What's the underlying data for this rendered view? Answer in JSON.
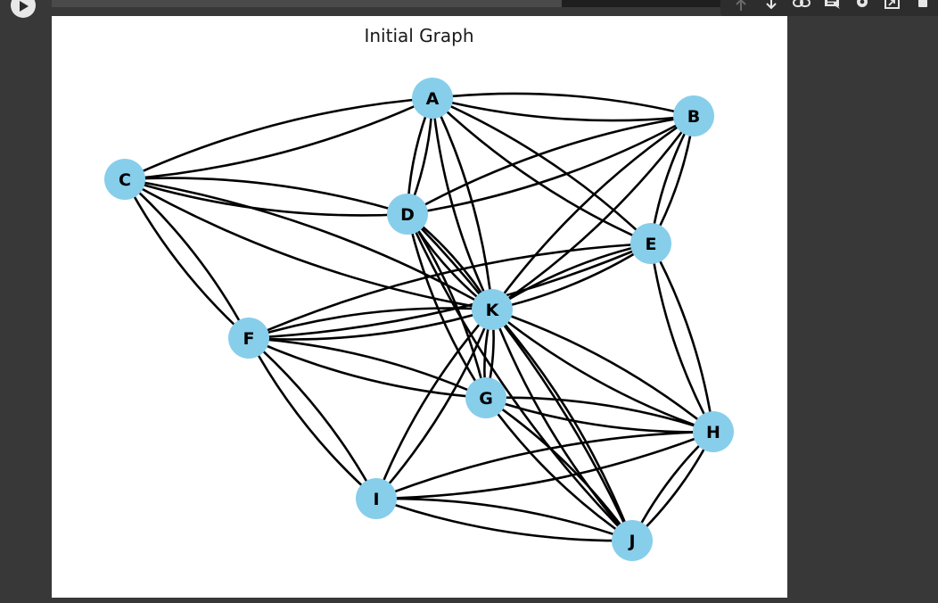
{
  "toolbar": {
    "buttons": [
      {
        "icon": "arrow-up-icon",
        "enabled": false
      },
      {
        "icon": "arrow-down-icon",
        "enabled": true
      },
      {
        "icon": "link-icon",
        "enabled": true
      },
      {
        "icon": "comment-icon",
        "enabled": true
      },
      {
        "icon": "gear-icon",
        "enabled": true
      },
      {
        "icon": "open-in-tab-icon",
        "enabled": true
      },
      {
        "icon": "trash-icon",
        "enabled": true
      }
    ]
  },
  "figure": {
    "title": "Initial Graph",
    "node_color": "#87CEEB",
    "edge_color": "#000000"
  },
  "graph": {
    "nodes": [
      "A",
      "B",
      "C",
      "D",
      "E",
      "F",
      "G",
      "H",
      "I",
      "J",
      "K"
    ],
    "edges": [
      [
        "A",
        "B"
      ],
      [
        "A",
        "C"
      ],
      [
        "A",
        "D"
      ],
      [
        "A",
        "E"
      ],
      [
        "A",
        "K"
      ],
      [
        "B",
        "D"
      ],
      [
        "B",
        "E"
      ],
      [
        "B",
        "K"
      ],
      [
        "C",
        "D"
      ],
      [
        "C",
        "F"
      ],
      [
        "C",
        "K"
      ],
      [
        "D",
        "G"
      ],
      [
        "D",
        "K"
      ],
      [
        "D",
        "J"
      ],
      [
        "E",
        "F"
      ],
      [
        "E",
        "K"
      ],
      [
        "E",
        "H"
      ],
      [
        "F",
        "K"
      ],
      [
        "F",
        "G"
      ],
      [
        "F",
        "I"
      ],
      [
        "G",
        "K"
      ],
      [
        "G",
        "H"
      ],
      [
        "G",
        "J"
      ],
      [
        "H",
        "I"
      ],
      [
        "H",
        "J"
      ],
      [
        "H",
        "K"
      ],
      [
        "I",
        "J"
      ],
      [
        "I",
        "K"
      ],
      [
        "J",
        "K"
      ]
    ]
  }
}
